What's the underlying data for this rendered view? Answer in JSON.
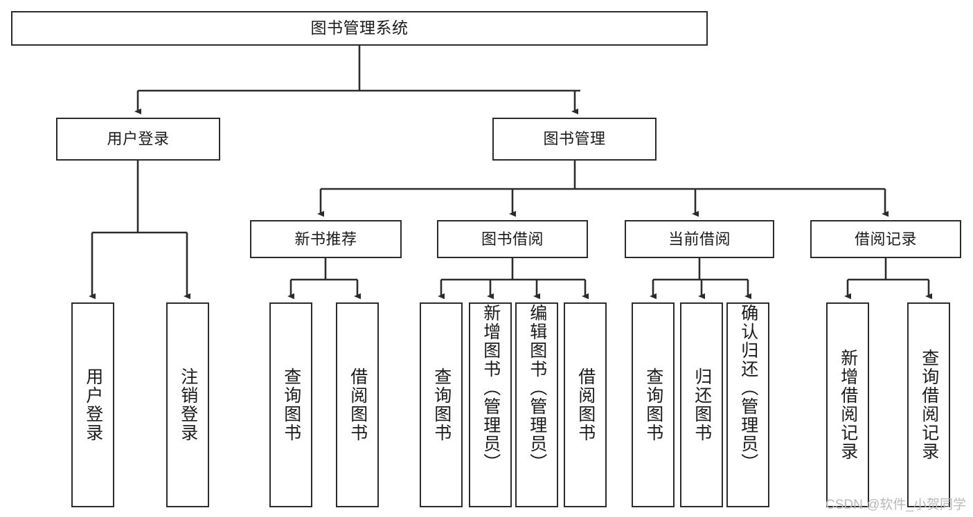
{
  "diagram": {
    "type": "tree",
    "title": "图书管理系统",
    "watermark": "CSDN @软件_小贺同学",
    "colors": {
      "background": "#ffffff",
      "box_border": "#2b2b2b",
      "connector": "#2b2b2b",
      "text": "#1a1a1a",
      "watermark": "#b9b9b9"
    },
    "root": {
      "label": "图书管理系统"
    },
    "level2": [
      {
        "label": "用户登录"
      },
      {
        "label": "图书管理"
      }
    ],
    "level3": [
      {
        "label": "新书推荐"
      },
      {
        "label": "图书借阅"
      },
      {
        "label": "当前借阅"
      },
      {
        "label": "借阅记录"
      }
    ],
    "leaves": [
      {
        "label": "用户登录",
        "parent": "用户登录"
      },
      {
        "label": "注销登录",
        "parent": "用户登录"
      },
      {
        "label": "查询图书",
        "parent": "新书推荐"
      },
      {
        "label": "借阅图书",
        "parent": "新书推荐"
      },
      {
        "label": "查询图书",
        "parent": "图书借阅"
      },
      {
        "label": "新增图书（管理员）",
        "parent": "图书借阅"
      },
      {
        "label": "编辑图书（管理员）",
        "parent": "图书借阅"
      },
      {
        "label": "借阅图书",
        "parent": "图书借阅"
      },
      {
        "label": "查询图书",
        "parent": "当前借阅"
      },
      {
        "label": "归还图书",
        "parent": "当前借阅"
      },
      {
        "label": "确认归还（管理员）",
        "parent": "当前借阅"
      },
      {
        "label": "新增借阅记录",
        "parent": "借阅记录"
      },
      {
        "label": "查询借阅记录",
        "parent": "借阅记录"
      }
    ]
  }
}
